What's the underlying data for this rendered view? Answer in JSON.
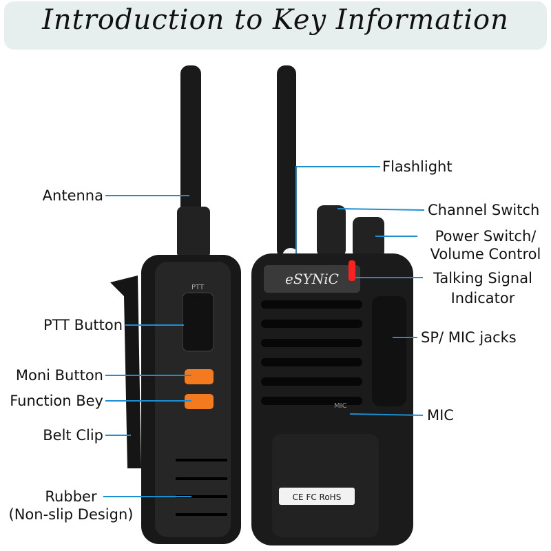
{
  "title": "Introduction to Key Information",
  "brand_logo": "eSYNiC",
  "certification_marks": "CE FC RoHS",
  "side_labels": {
    "ptt_text": "PTT",
    "mic_text": "MIC"
  },
  "callouts_left": {
    "antenna": "Antenna",
    "ptt_button": "PTT Button",
    "moni_button": "Moni Button",
    "function_key": "Function Bey",
    "belt_clip": "Belt Clip",
    "rubber_line1": "Rubber",
    "rubber_line2": "(Non-slip Design)"
  },
  "callouts_right": {
    "flashlight": "Flashlight",
    "channel_switch": "Channel Switch",
    "power_line1": "Power Switch/",
    "power_line2": "Volume Control",
    "talking_line1": "Talking Signal",
    "talking_line2": "Indicator",
    "sp_mic": "SP/ MIC jacks",
    "mic": "MIC"
  },
  "colors": {
    "leader_line": "#1b8fd2",
    "button_orange": "#f47a1f",
    "indicator_red": "#ff2020",
    "title_background": "#e6eeee"
  }
}
